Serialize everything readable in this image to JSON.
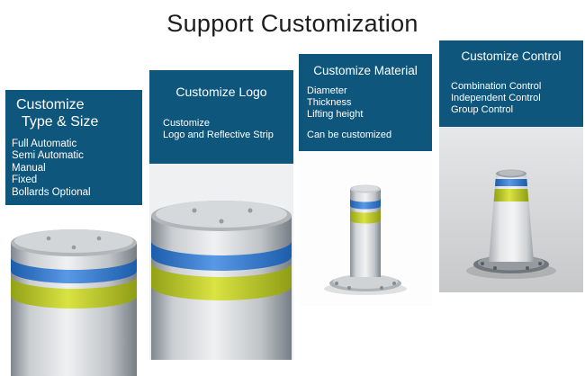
{
  "title": "Support Customization",
  "panels": [
    {
      "heading_line1": "Customize",
      "heading_line2": "Type & Size",
      "items": [
        "Full Automatic",
        "Semi Automatic",
        "Manual",
        "Fixed",
        "Bollards Optional"
      ]
    },
    {
      "heading": "Customize Logo",
      "items": [
        "Customize",
        "Logo and Reflective Strip"
      ]
    },
    {
      "heading": "Customize Material",
      "items": [
        "Diameter",
        "Thickness",
        "Lifting height"
      ],
      "note": "Can be customized"
    },
    {
      "heading": "Customize Control",
      "items": [
        "Combination Control",
        "Independent Control",
        "Group Control"
      ]
    }
  ],
  "colors": {
    "panel_blue": "#0e567c",
    "ring_blue": "#3b82d6",
    "ring_yellow": "#c5d32a",
    "background": "#ffffff"
  }
}
